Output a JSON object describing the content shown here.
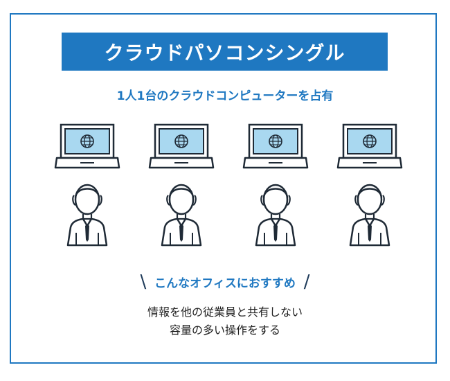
{
  "title": "クラウドパソコンシングル",
  "subtitle": "1人1台のクラウドコンピューターを占有",
  "recommend": {
    "left_mark": "\\",
    "text": "こんなオフィスにおすすめ",
    "right_mark": "/"
  },
  "description": {
    "line1": "情報を他の従業員と共有しない",
    "line2": "容量の多い操作をする"
  },
  "colors": {
    "accent": "#1f78c1",
    "screen": "#a9d8f0",
    "line": "#1f2a36"
  },
  "icons": {
    "figure": "laptop-icon",
    "person": "businessman-icon",
    "globe": "globe-icon"
  },
  "figure_count": 4
}
